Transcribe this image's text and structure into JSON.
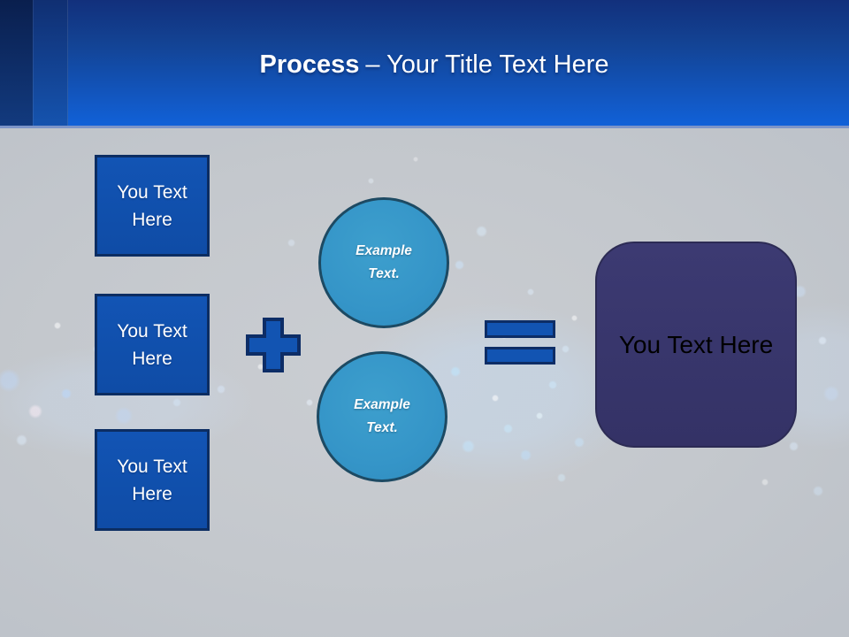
{
  "slide": {
    "header": {
      "title_bold": "Process",
      "title_rest": "– Your Title Text Here"
    },
    "process": {
      "input_boxes": [
        {
          "label": "You Text Here"
        },
        {
          "label": "You Text Here"
        },
        {
          "label": "You Text Here"
        }
      ],
      "operators": {
        "plus_icon": "plus-icon",
        "equals_icon": "equals-icon"
      },
      "example_circles": [
        {
          "line1": "Example",
          "line2": "Text."
        },
        {
          "line1": "Example",
          "line2": "Text."
        }
      ],
      "result_box": {
        "label": "You Text Here"
      }
    },
    "colors": {
      "header_gradient_top": "#12307c",
      "header_gradient_bottom": "#1161d8",
      "header_underline": "#7d95c8",
      "box_fill": "#1254b4",
      "box_border": "#0c2d62",
      "circle_fill": "#3595c8",
      "circle_border": "#1d4a63",
      "operator_fill": "#1254b2",
      "operator_border": "#0d2d66",
      "result_fill": "#363467",
      "result_border": "#2c2b54",
      "background_gray": "#c4c8cd",
      "title_text": "#ffffff",
      "box_text": "#ffffff",
      "circle_text": "#ffffff",
      "result_text": "#000000"
    }
  }
}
